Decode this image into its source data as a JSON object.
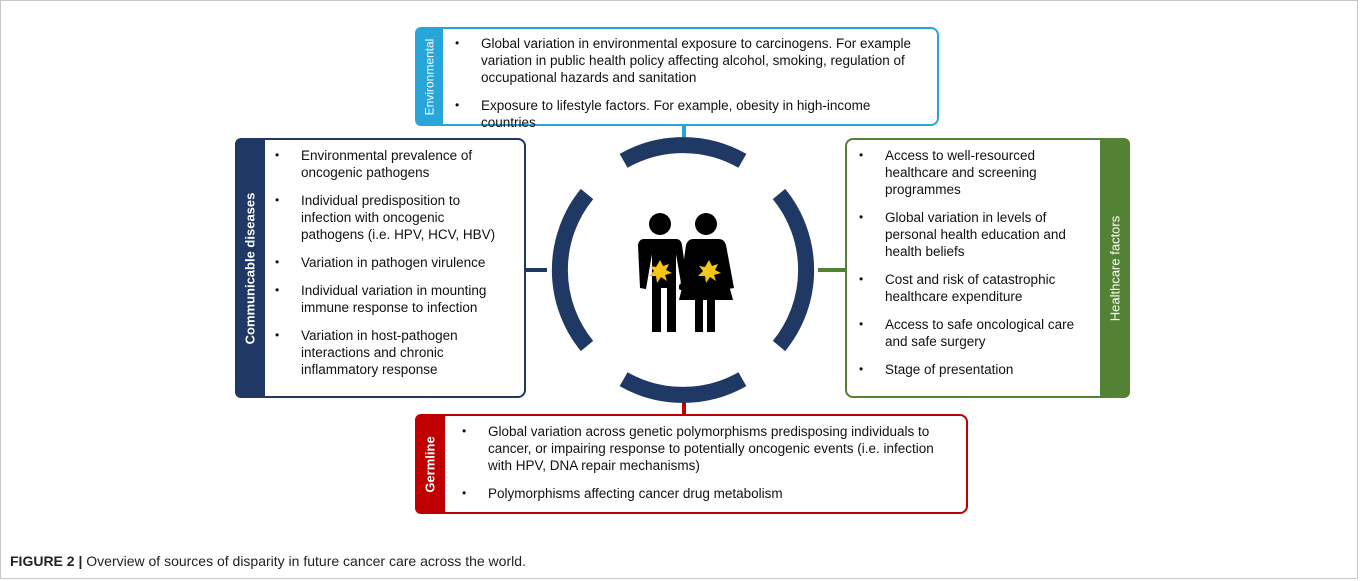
{
  "colors": {
    "environmental": "#29a6d9",
    "communicable": "#1f3864",
    "healthcare": "#548235",
    "germline": "#c00000",
    "ring": "#1f3864",
    "figure_icon": "#000000",
    "cancer_burst": "#f5c518"
  },
  "environmental": {
    "label": "Environmental",
    "items": [
      "Global variation in environmental exposure to carcinogens. For example variation in public health policy affecting alcohol, smoking, regulation of occupational hazards and sanitation",
      "Exposure to lifestyle factors. For example, obesity in high-income countries"
    ]
  },
  "communicable": {
    "label": "Communicable diseases",
    "items": [
      "Environmental prevalence of oncogenic pathogens",
      "Individual predisposition to infection with oncogenic pathogens (i.e. HPV, HCV, HBV)",
      "Variation in pathogen virulence",
      "Individual variation in mounting immune response to infection",
      "Variation in host-pathogen interactions and chronic inflammatory response"
    ]
  },
  "healthcare": {
    "label": "Healthcare factors",
    "items": [
      "Access to well-resourced healthcare and screening programmes",
      "Global variation in levels of personal health education and health beliefs",
      "Cost and risk of catastrophic healthcare expenditure",
      "Access to safe oncological care and safe surgery",
      "Stage of presentation"
    ]
  },
  "germline": {
    "label": "Germline",
    "items": [
      "Global variation across genetic polymorphisms predisposing individuals to cancer, or impairing response to potentially oncogenic events (i.e. infection with HPV, DNA repair mechanisms)",
      "Polymorphisms affecting cancer drug metabolism"
    ]
  },
  "center_icon": "people-with-cancer-icon",
  "caption": {
    "label": "FIGURE 2 |",
    "text": " Overview of sources of disparity in future cancer care across the world."
  }
}
